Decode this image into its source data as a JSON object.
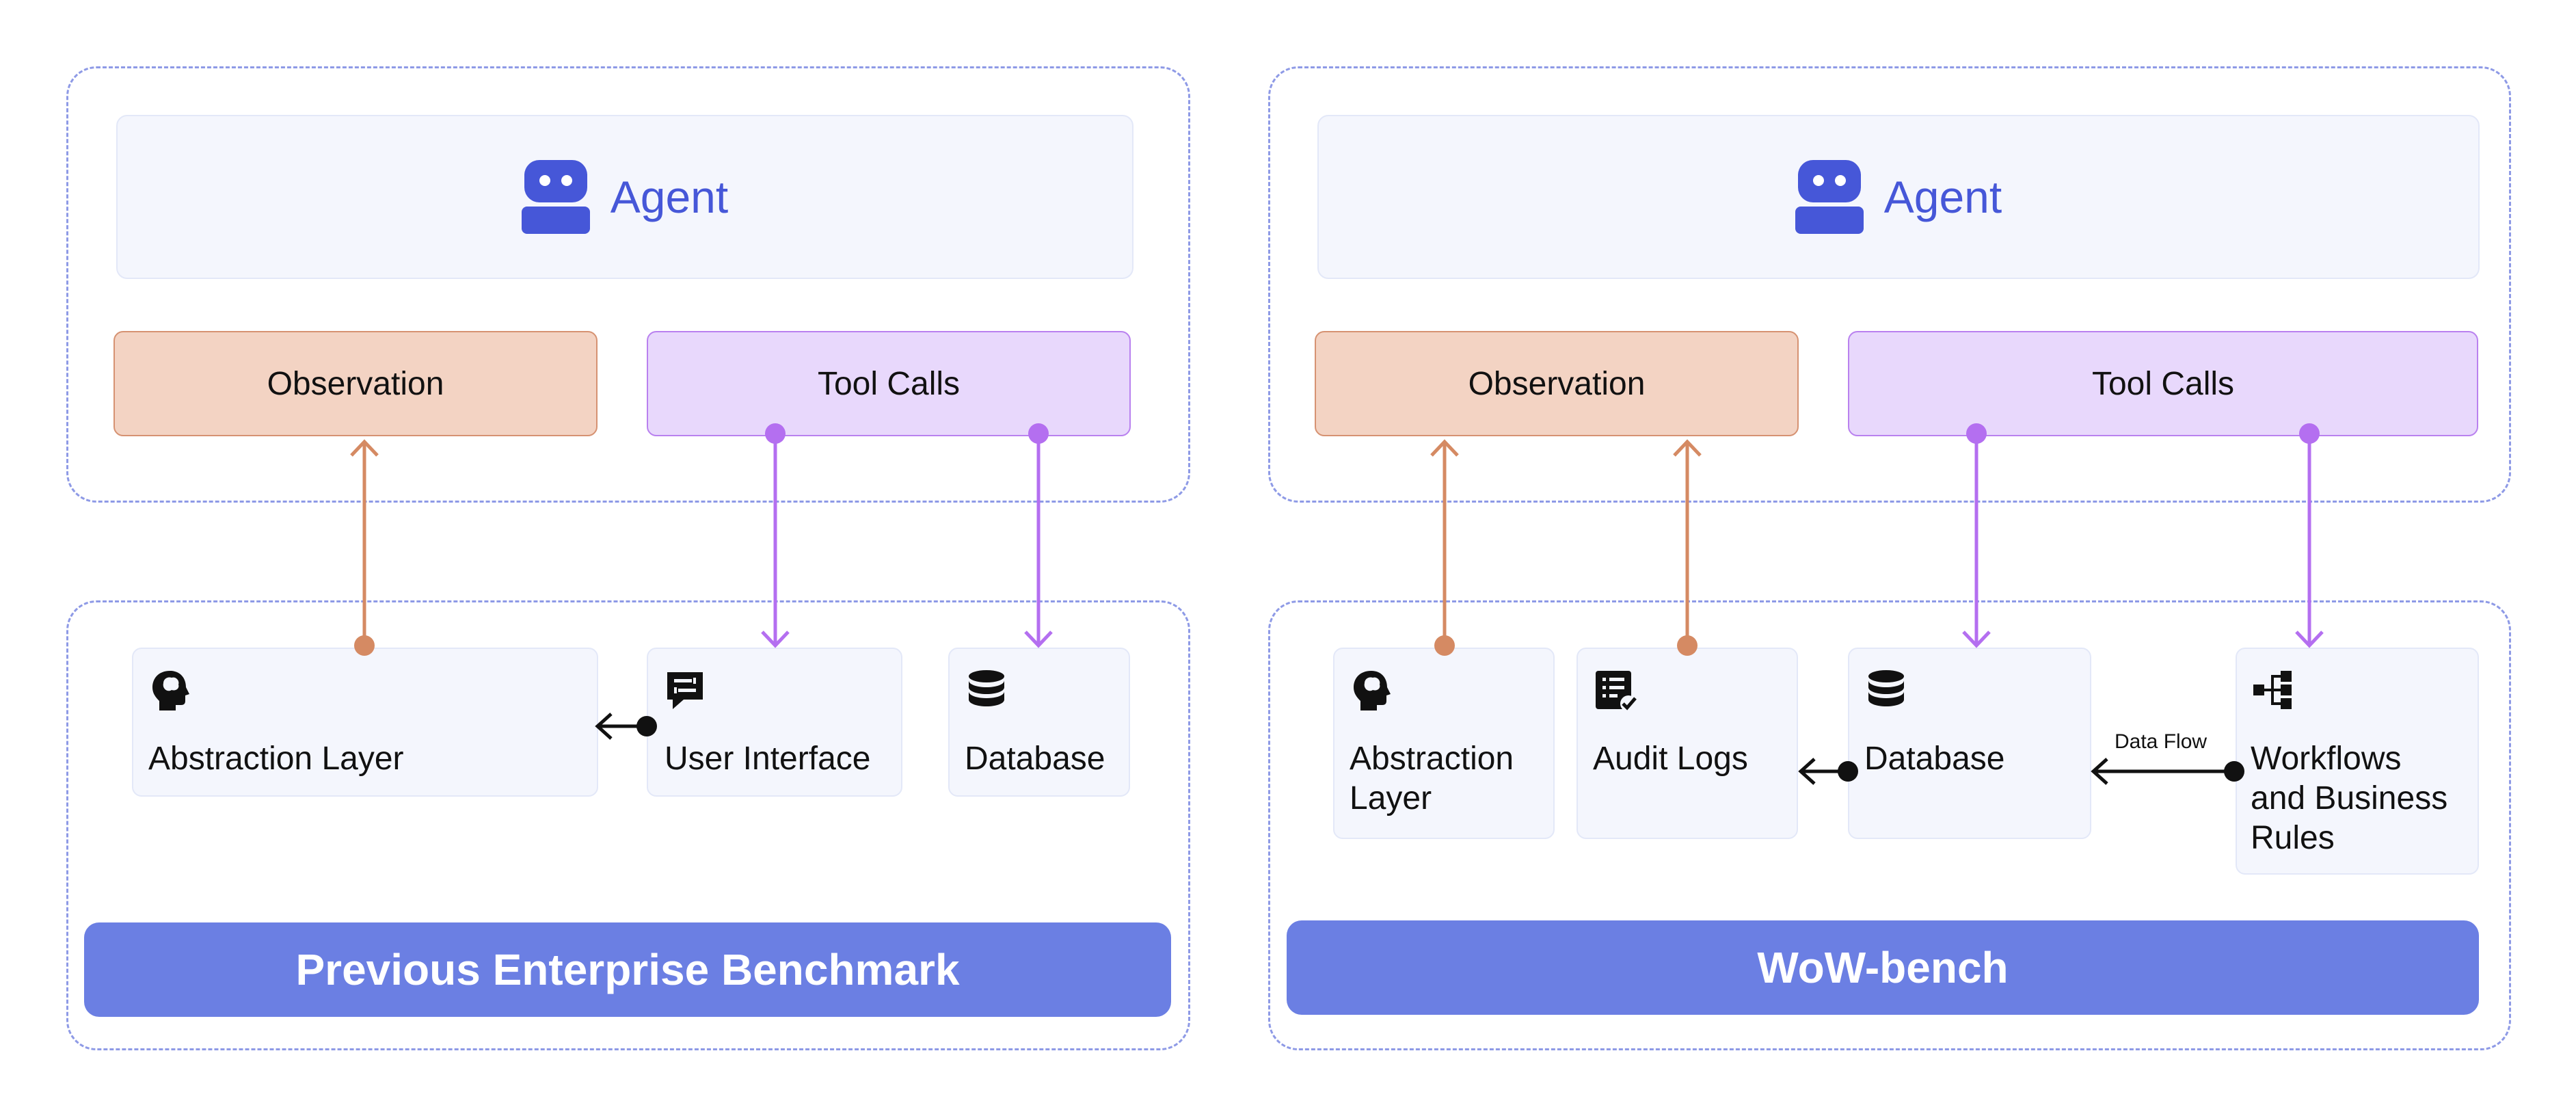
{
  "left": {
    "agent": "Agent",
    "observation": "Observation",
    "tool_calls": "Tool Calls",
    "components": [
      "Abstraction Layer",
      "User Interface",
      "Database"
    ],
    "banner": "Previous Enterprise Benchmark"
  },
  "right": {
    "agent": "Agent",
    "observation": "Observation",
    "tool_calls": "Tool Calls",
    "components": {
      "abstraction": [
        "Abstraction",
        "Layer"
      ],
      "audit": "Audit Logs",
      "database": "Database",
      "workflows": [
        "Workflows",
        "and Business",
        "Rules"
      ]
    },
    "data_flow": "Data Flow",
    "banner": "WoW-bench"
  },
  "colors": {
    "agent": "#4657d8",
    "observation_arrow": "#d58a63",
    "tool_arrow": "#b46ff0",
    "banner": "#6b7fe3",
    "panel_border": "#8e9ae6"
  },
  "icons": [
    "robot-icon",
    "head-icon",
    "ui-icon",
    "database-icon",
    "checklist-icon",
    "workflow-icon"
  ]
}
